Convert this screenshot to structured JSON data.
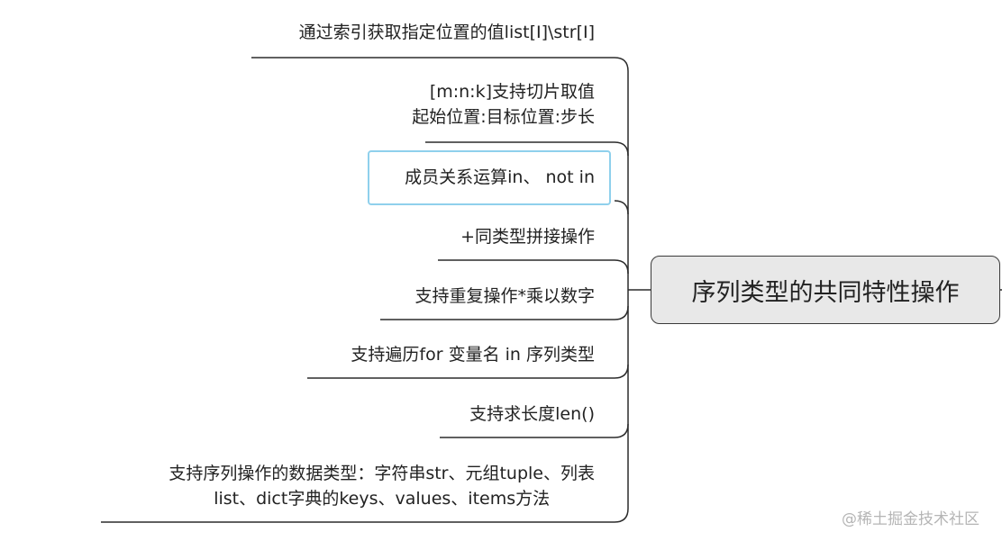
{
  "root": {
    "label": "序列类型的共同特性操作"
  },
  "branches": [
    {
      "lines": [
        "通过索引获取指定位置的值list[I]\\str[I]"
      ]
    },
    {
      "lines": [
        "[m:n:k]支持切片取值",
        "起始位置:目标位置:步长"
      ]
    },
    {
      "lines": [
        "成员关系运算in、 not in"
      ],
      "selected": true
    },
    {
      "lines": [
        "+同类型拼接操作"
      ]
    },
    {
      "lines": [
        "支持重复操作*乘以数字"
      ]
    },
    {
      "lines": [
        "支持遍历for 变量名 in 序列类型"
      ]
    },
    {
      "lines": [
        "支持求长度len()"
      ]
    },
    {
      "lines": [
        "支持序列操作的数据类型：字符串str、元组tuple、列表",
        "list、dict字典的keys、values、items方法"
      ]
    }
  ],
  "watermark": "@稀土掘金技术社区",
  "colors": {
    "line": "#2b2b2b",
    "root_fill": "#e8e8e8",
    "selection": "#8fd0ec",
    "watermark": "#b5b5b5"
  }
}
